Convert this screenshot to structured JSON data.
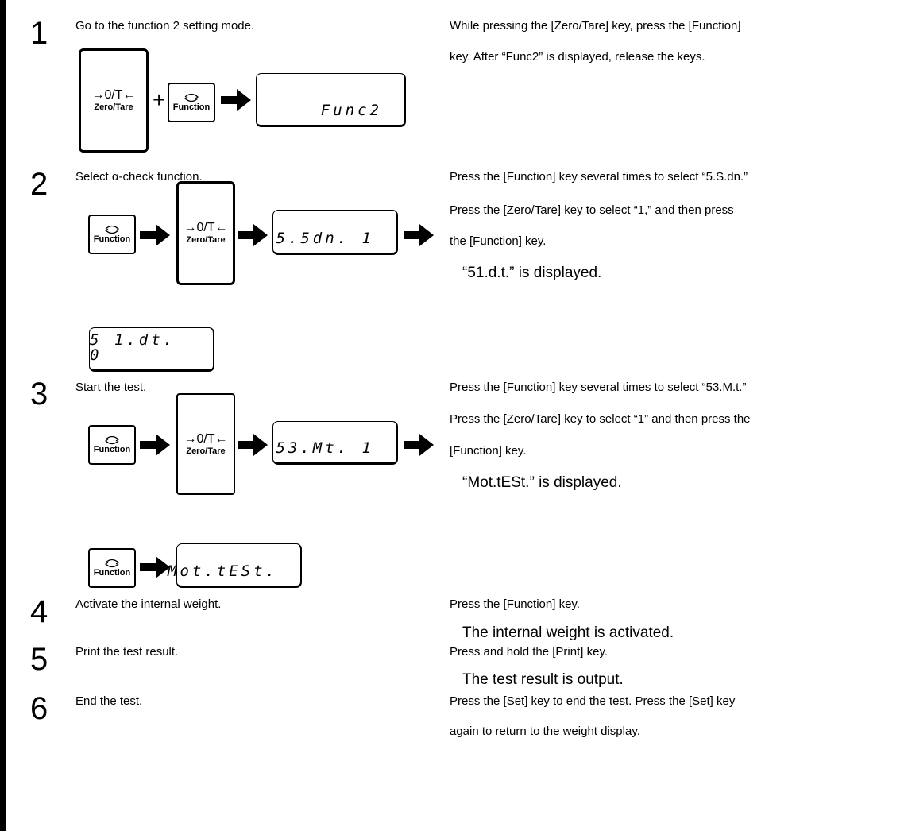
{
  "keys": {
    "zero_tare_symbol": "→0/T←",
    "zero_tare_label": "Zero/Tare",
    "function_label": "Function",
    "function_icon": "cycle-arrows-icon"
  },
  "steps": [
    {
      "number": "1",
      "instruction": "Go to the function 2 setting mode.",
      "right_lines": [
        "While pressing the [Zero/Tare] key, press the [Function]",
        "key. After “Func2” is displayed, release the keys."
      ],
      "note": "",
      "displays": [
        "Func2"
      ]
    },
    {
      "number": "2",
      "instruction": "Select α-check function.",
      "right_lines": [
        "Press the [Function] key several times to select “5.S.dn.”",
        "Press the [Zero/Tare] key to select “1,” and then press",
        "the [Function] key."
      ],
      "note": "“51.d.t.” is displayed.",
      "displays": [
        "5.5dn.  1",
        "5 1.dt.  0"
      ]
    },
    {
      "number": "3",
      "instruction": "Start the test.",
      "right_lines": [
        "Press the [Function] key several times to select “53.M.t.”",
        "Press the [Zero/Tare] key to select “1” and then press the",
        "[Function] key."
      ],
      "note": "“Mot.tESt.” is displayed.",
      "displays": [
        "53.Mt.  1",
        "Mot.tESt."
      ]
    },
    {
      "number": "4",
      "instruction": "Activate the internal weight.",
      "right_lines": [
        "Press the [Function] key."
      ],
      "note": "The internal weight is activated.",
      "displays": []
    },
    {
      "number": "5",
      "instruction": "Print the test result.",
      "right_lines": [
        "Press and hold the [Print] key."
      ],
      "note": "The test result is output.",
      "displays": []
    },
    {
      "number": "6",
      "instruction": "End the test.",
      "right_lines": [
        "Press the [Set] key to end the test. Press the [Set] key",
        "again to return to the weight display."
      ],
      "note": "",
      "displays": []
    }
  ]
}
